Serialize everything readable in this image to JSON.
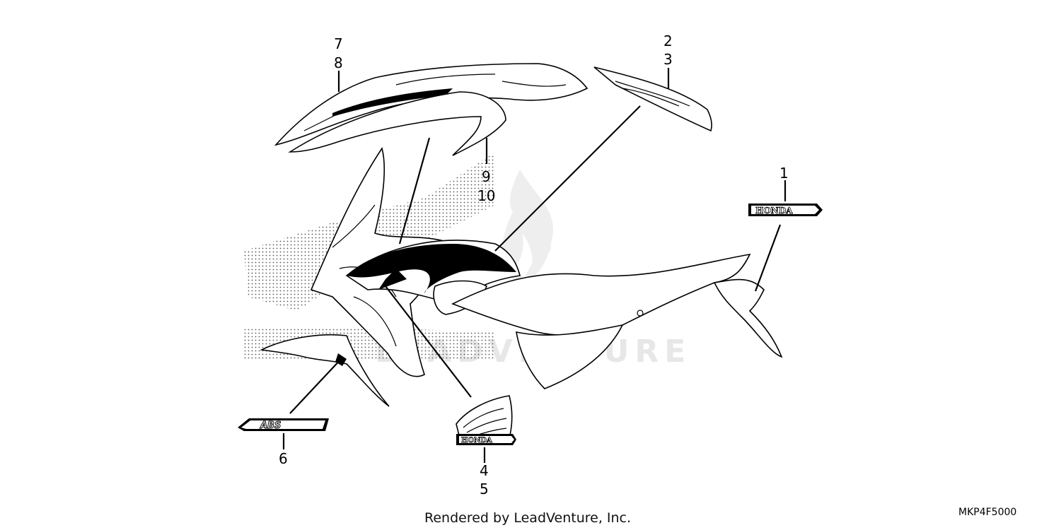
{
  "callouts": {
    "c1": "1",
    "c2": "2",
    "c3": "3",
    "c4": "4",
    "c5": "5",
    "c6": "6",
    "c7": "7",
    "c8": "8",
    "c9": "9",
    "c10": "10"
  },
  "decals": {
    "honda_emblem_text": "HONDA",
    "wing_emblem_text": "HONDA",
    "abs_text": "ABS"
  },
  "watermark": {
    "text": "LEADVENTURE"
  },
  "footer": {
    "rendered_by": "Rendered by LeadVenture, Inc.",
    "diagram_code": "MKP4F5000"
  }
}
